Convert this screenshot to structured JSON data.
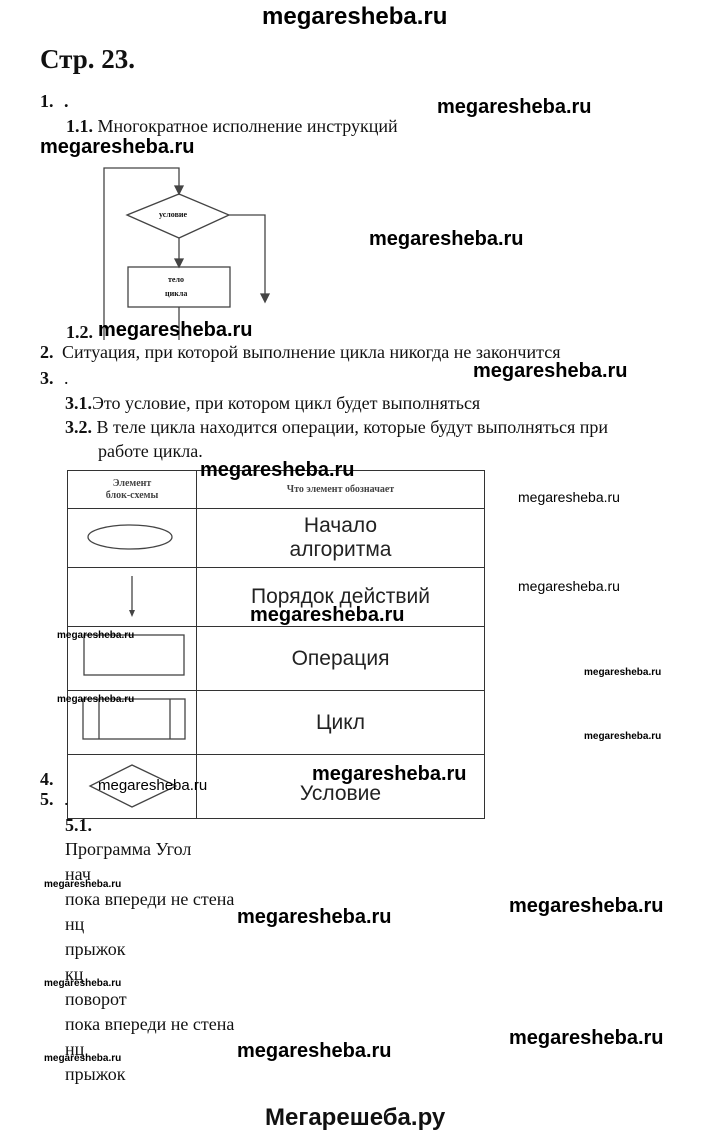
{
  "watermark": "megaresheba.ru",
  "page_title": "Стр. 23.",
  "q1": {
    "num": "1.",
    "dot": "."
  },
  "q1_1": {
    "num": "1.1.",
    "text": "Многократное исполнение инструкций"
  },
  "flowchart": {
    "condition": "условие",
    "body_line1": "тело",
    "body_line2": "цикла"
  },
  "q1_2": {
    "num": "1.2."
  },
  "q2": {
    "num": "2.",
    "text": "Ситуация, при которой выполнение цикла никогда не закончится"
  },
  "q3": {
    "num": "3.",
    "dot": "."
  },
  "q3_1": {
    "num": "3.1.",
    "text": "Это условие, при котором цикл будет выполняться"
  },
  "q3_2": {
    "num": "3.2.",
    "text_line1": "В теле цикла находится операции, которые будут выполняться при",
    "text_line2": "работе цикла."
  },
  "table": {
    "header_col1_line1": "Элемент",
    "header_col1_line2": "блок-схемы",
    "header_col2": "Что элемент обозначает",
    "rows": [
      {
        "shape": "ellipse-icon",
        "line1": "Начало",
        "line2": "алгоритма"
      },
      {
        "shape": "arrow-down-icon",
        "line1": "Порядок действий"
      },
      {
        "shape": "rectangle-icon",
        "line1": "Операция"
      },
      {
        "shape": "loop-rectangle-icon",
        "line1": "Цикл"
      },
      {
        "shape": "diamond-icon",
        "line1": "Условие"
      }
    ]
  },
  "q4": {
    "num": "4."
  },
  "q5": {
    "num": "5.",
    "dot": "."
  },
  "q5_1": {
    "num": "5.1."
  },
  "program": {
    "lines": [
      "Программа Угол",
      "нач",
      "пока впереди не стена",
      "нц",
      "прыжок",
      "кц",
      "поворот",
      "пока впереди не стена",
      "нц",
      "прыжок"
    ]
  },
  "footer": "Мегарешеба.ру"
}
